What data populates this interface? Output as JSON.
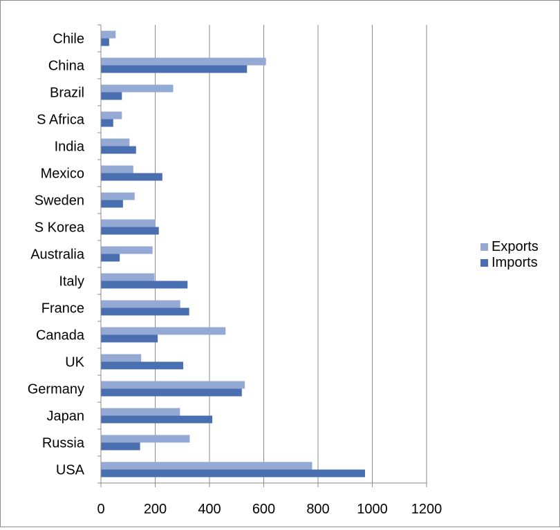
{
  "chart_data": {
    "type": "bar",
    "orientation": "horizontal",
    "categories": [
      "Chile",
      "China",
      "Brazil",
      "S Africa",
      "India",
      "Mexico",
      "Sweden",
      "S Korea",
      "Australia",
      "Italy",
      "France",
      "Canada",
      "UK",
      "Germany",
      "Japan",
      "Russia",
      "USA"
    ],
    "series": [
      {
        "name": "Exports",
        "color": "#95a9d5",
        "values": [
          53,
          607,
          265,
          76,
          104,
          118,
          123,
          200,
          189,
          196,
          291,
          458,
          147,
          529,
          290,
          326,
          777
        ]
      },
      {
        "name": "Imports",
        "color": "#4a6fb1",
        "values": [
          29,
          537,
          76,
          44,
          128,
          225,
          80,
          212,
          68,
          318,
          324,
          208,
          302,
          518,
          409,
          143,
          972
        ]
      }
    ],
    "xlim": [
      0,
      1200
    ],
    "xticks": [
      "0",
      "200",
      "400",
      "600",
      "800",
      "1000",
      "1200"
    ],
    "grid": true,
    "legend_position": "right"
  }
}
